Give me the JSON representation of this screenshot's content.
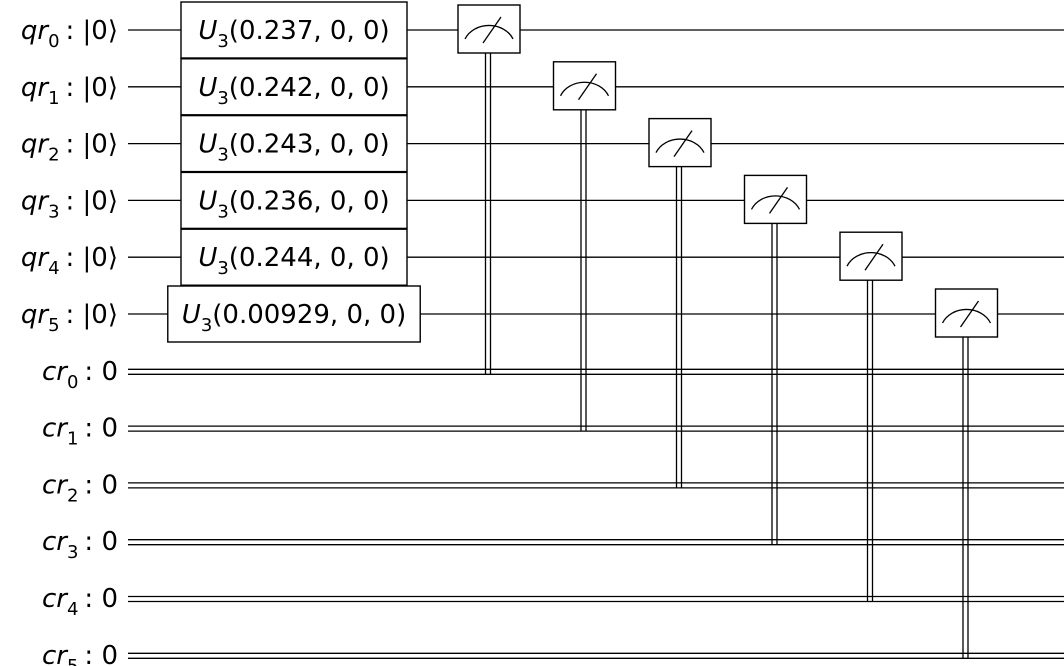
{
  "qubits": [
    {
      "reg": "qr",
      "idx": "0",
      "init": ": |0⟩"
    },
    {
      "reg": "qr",
      "idx": "1",
      "init": ": |0⟩"
    },
    {
      "reg": "qr",
      "idx": "2",
      "init": ": |0⟩"
    },
    {
      "reg": "qr",
      "idx": "3",
      "init": ": |0⟩"
    },
    {
      "reg": "qr",
      "idx": "4",
      "init": ": |0⟩"
    },
    {
      "reg": "qr",
      "idx": "5",
      "init": ": |0⟩"
    }
  ],
  "clbits": [
    {
      "reg": "cr",
      "idx": "0",
      "init": ": 0"
    },
    {
      "reg": "cr",
      "idx": "1",
      "init": ": 0"
    },
    {
      "reg": "cr",
      "idx": "2",
      "init": ": 0"
    },
    {
      "reg": "cr",
      "idx": "3",
      "init": ": 0"
    },
    {
      "reg": "cr",
      "idx": "4",
      "init": ": 0"
    },
    {
      "reg": "cr",
      "idx": "5",
      "init": ": 0"
    }
  ],
  "gates": [
    {
      "name": "U",
      "sub": "3",
      "params": "(0.237, 0, 0)",
      "qubit": 0
    },
    {
      "name": "U",
      "sub": "3",
      "params": "(0.242, 0, 0)",
      "qubit": 1
    },
    {
      "name": "U",
      "sub": "3",
      "params": "(0.243, 0, 0)",
      "qubit": 2
    },
    {
      "name": "U",
      "sub": "3",
      "params": "(0.236, 0, 0)",
      "qubit": 3
    },
    {
      "name": "U",
      "sub": "3",
      "params": "(0.244, 0, 0)",
      "qubit": 4
    },
    {
      "name": "U",
      "sub": "3",
      "params": "(0.00929, 0, 0)",
      "qubit": 5
    }
  ],
  "measurements": [
    {
      "qubit": 0,
      "clbit": 0
    },
    {
      "qubit": 1,
      "clbit": 1
    },
    {
      "qubit": 2,
      "clbit": 2
    },
    {
      "qubit": 3,
      "clbit": 3
    },
    {
      "qubit": 4,
      "clbit": 4
    },
    {
      "qubit": 5,
      "clbit": 5
    }
  ]
}
